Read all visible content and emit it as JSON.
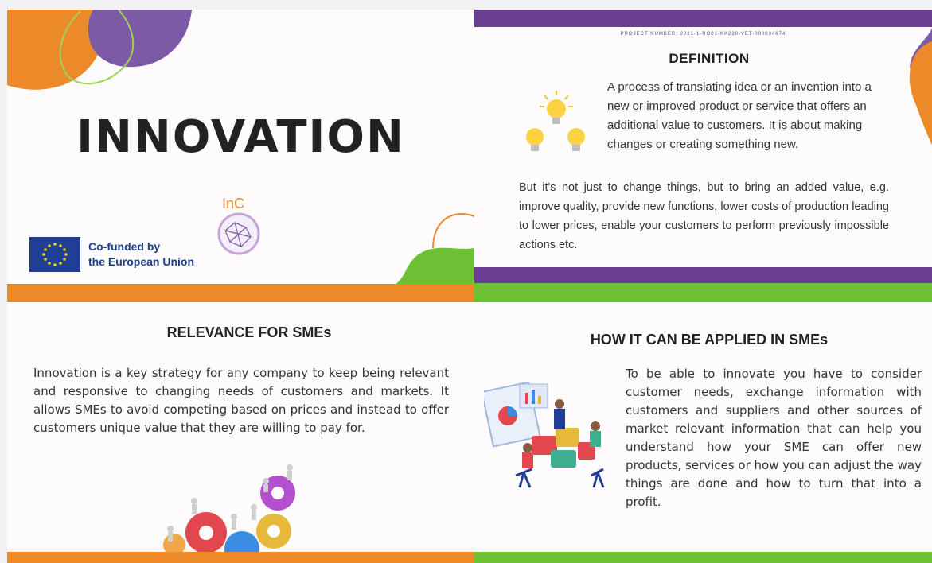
{
  "slide1": {
    "title": "INNOVATION",
    "eu_line1": "Co-funded by",
    "eu_line2": "the European Union",
    "logo_text": "InC"
  },
  "slide2": {
    "project_number": "PROJECT NUMBER: 2021-1-RO01-KA220-VET-000034674",
    "heading": "DEFINITION",
    "paragraph1": "A process of translating idea or an invention into a new or improved product or service that offers an additional value to customers. It is about making changes or creating something new.",
    "paragraph2": "But it's not just to change things, but to bring an added value, e.g. improve quality, provide new functions, lower costs of production leading to lower prices, enable your customers to perform previously impossible actions etc."
  },
  "slide3": {
    "heading": "RELEVANCE FOR SMEs",
    "paragraph": "Innovation is a key strategy for any company to keep being relevant and responsive to changing needs of customers and markets. It allows SMEs to avoid competing based on prices and instead to offer customers unique value that they are willing to pay for."
  },
  "slide4": {
    "heading": "HOW IT CAN  BE APPLIED IN SMEs",
    "paragraph": "To be able to innovate you have to consider customer needs, exchange information with customers and suppliers and other sources of market relevant information that can help you understand how your SME can offer new products, services or how you can adjust the way things are done and how to turn that into a profit."
  },
  "colors": {
    "orange": "#ec8a2a",
    "purple": "#6a3e92",
    "green": "#6dbf33",
    "eu_blue": "#1f3f95"
  },
  "icons": [
    "lightbulb-icon",
    "eu-flag-icon",
    "gears-people-illustration",
    "team-puzzle-illustration",
    "inc-logo"
  ]
}
